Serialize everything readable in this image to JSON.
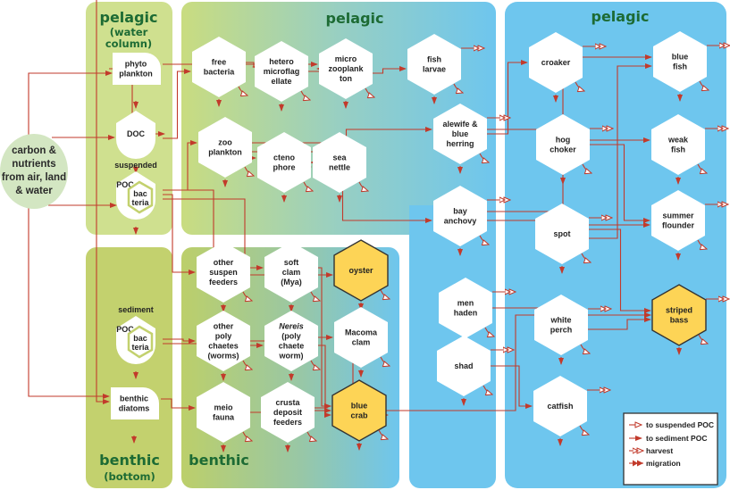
{
  "zones": {
    "pelagic_water_column": {
      "title": "pelagic",
      "subtitle_1": "(water",
      "subtitle_2": "column)"
    },
    "pelagic_middle": {
      "title": "pelagic"
    },
    "pelagic_right": {
      "title": "pelagic"
    },
    "benthic_bottom": {
      "title": "benthic",
      "subtitle": "(bottom)"
    },
    "benthic_middle": {
      "title": "benthic"
    }
  },
  "source": {
    "lines": [
      "carbon &",
      "nutrients",
      "from air, land",
      "& water"
    ]
  },
  "colors": {
    "arrow": "#c23a2b",
    "key_species": "#fdd456",
    "pelagic_left": "#cfe08f",
    "benthic_left": "#c3d16e",
    "blue": "#6ec6ee",
    "title": "#1d6b34"
  },
  "nodes": [
    {
      "id": "phyto",
      "lines": [
        "phyto",
        "plankton"
      ],
      "shape": "tab"
    },
    {
      "id": "doc",
      "lines": [
        "DOC"
      ],
      "shape": "pent"
    },
    {
      "id": "spoc",
      "lines": [
        "POC"
      ],
      "sub": [
        "bac",
        "teria"
      ],
      "caption": "suspended",
      "shape": "pent"
    },
    {
      "id": "sedpoc",
      "lines": [
        "POC"
      ],
      "sub": [
        "bac",
        "teria"
      ],
      "caption": "sediment",
      "shape": "pent"
    },
    {
      "id": "diatoms",
      "lines": [
        "benthic",
        "diatoms"
      ],
      "shape": "tab"
    },
    {
      "id": "freebact",
      "lines": [
        "free",
        "bacteria"
      ],
      "shape": "hex"
    },
    {
      "id": "hetero",
      "lines": [
        "hetero",
        "microflag",
        "ellate"
      ],
      "shape": "hex"
    },
    {
      "id": "microzoo",
      "lines": [
        "micro",
        "zooplank",
        "ton"
      ],
      "shape": "hex"
    },
    {
      "id": "zoo",
      "lines": [
        "zoo",
        "plankton"
      ],
      "shape": "hex"
    },
    {
      "id": "cteno",
      "lines": [
        "cteno",
        "phore"
      ],
      "shape": "hex"
    },
    {
      "id": "nettle",
      "lines": [
        "sea",
        "nettle"
      ],
      "shape": "hex"
    },
    {
      "id": "suspfeed",
      "lines": [
        "other",
        "suspen",
        "feeders"
      ],
      "shape": "hex"
    },
    {
      "id": "softclam",
      "lines": [
        "soft",
        "clam",
        "(Mya)"
      ],
      "shape": "hex"
    },
    {
      "id": "oyster",
      "lines": [
        "oyster"
      ],
      "shape": "hex",
      "key": true
    },
    {
      "id": "polych",
      "lines": [
        "other",
        "poly",
        "chaetes",
        "(worms)"
      ],
      "shape": "hex"
    },
    {
      "id": "nereis",
      "lines": [
        "Nereis",
        "(poly",
        "chaete",
        "worm)"
      ],
      "shape": "hex"
    },
    {
      "id": "macoma",
      "lines": [
        "Macoma",
        "clam"
      ],
      "shape": "hex"
    },
    {
      "id": "meio",
      "lines": [
        "meio",
        "fauna"
      ],
      "shape": "hex"
    },
    {
      "id": "crusta",
      "lines": [
        "crusta",
        "deposit",
        "feeders"
      ],
      "shape": "hex"
    },
    {
      "id": "bluecrab",
      "lines": [
        "blue",
        "crab"
      ],
      "shape": "hex",
      "key": true
    },
    {
      "id": "larvae",
      "lines": [
        "fish",
        "larvae"
      ],
      "shape": "hex"
    },
    {
      "id": "alewife",
      "lines": [
        "alewife &",
        "blue",
        "herring"
      ],
      "shape": "hex"
    },
    {
      "id": "anchovy",
      "lines": [
        "bay",
        "anchovy"
      ],
      "shape": "hex"
    },
    {
      "id": "menhaden",
      "lines": [
        "men",
        "haden"
      ],
      "shape": "hex"
    },
    {
      "id": "shad",
      "lines": [
        "shad"
      ],
      "shape": "hex"
    },
    {
      "id": "croaker",
      "lines": [
        "croaker"
      ],
      "shape": "hex"
    },
    {
      "id": "hogchoker",
      "lines": [
        "hog",
        "choker"
      ],
      "shape": "hex"
    },
    {
      "id": "spot",
      "lines": [
        "spot"
      ],
      "shape": "hex"
    },
    {
      "id": "whiteperch",
      "lines": [
        "white",
        "perch"
      ],
      "shape": "hex"
    },
    {
      "id": "catfish",
      "lines": [
        "catfish"
      ],
      "shape": "hex"
    },
    {
      "id": "bluefish",
      "lines": [
        "blue",
        "fish"
      ],
      "shape": "hex"
    },
    {
      "id": "weakfish",
      "lines": [
        "weak",
        "fish"
      ],
      "shape": "hex"
    },
    {
      "id": "flounder",
      "lines": [
        "summer",
        "flounder"
      ],
      "shape": "hex"
    },
    {
      "id": "stripedbass",
      "lines": [
        "striped",
        "bass"
      ],
      "shape": "hex",
      "key": true
    }
  ],
  "edges": [
    [
      "phyto",
      "microzoo"
    ],
    [
      "phyto",
      "doc"
    ],
    [
      "doc",
      "freebact"
    ],
    [
      "freebact",
      "hetero"
    ],
    [
      "hetero",
      "microzoo"
    ],
    [
      "microzoo",
      "larvae"
    ],
    [
      "zoo",
      "cteno"
    ],
    [
      "cteno",
      "nettle"
    ],
    [
      "zoo",
      "nettle"
    ],
    [
      "spoc",
      "zoo"
    ],
    [
      "spoc",
      "suspfeed"
    ],
    [
      "spoc",
      "oyster"
    ],
    [
      "spoc",
      "softclam"
    ],
    [
      "sedpoc",
      "polych"
    ],
    [
      "sedpoc",
      "nereis"
    ],
    [
      "diatoms",
      "meio"
    ],
    [
      "polych",
      "macoma"
    ],
    [
      "nereis",
      "bluecrab"
    ],
    [
      "crusta",
      "bluecrab"
    ],
    [
      "meio",
      "bluecrab"
    ],
    [
      "macoma",
      "bluecrab"
    ],
    [
      "softclam",
      "bluecrab"
    ],
    [
      "alewife",
      "croaker"
    ],
    [
      "anchovy",
      "flounder"
    ],
    [
      "alewife",
      "weakfish"
    ],
    [
      "menhaden",
      "stripedbass"
    ],
    [
      "spot",
      "bluefish"
    ],
    [
      "spot",
      "stripedbass"
    ],
    [
      "hogchoker",
      "flounder"
    ],
    [
      "whiteperch",
      "stripedbass"
    ],
    [
      "anchovy",
      "bluefish"
    ],
    [
      "bluecrab",
      "stripedbass"
    ],
    [
      "zoo",
      "anchovy"
    ],
    [
      "zoo",
      "alewife"
    ],
    [
      "shad",
      "catfish"
    ]
  ],
  "legend": {
    "items": [
      {
        "label": "to suspended POC",
        "arrow": "hollow"
      },
      {
        "label": "to sediment POC",
        "arrow": "solid"
      },
      {
        "label": "harvest",
        "arrow": "double-hollow"
      },
      {
        "label": "migration",
        "arrow": "double-solid"
      }
    ]
  }
}
